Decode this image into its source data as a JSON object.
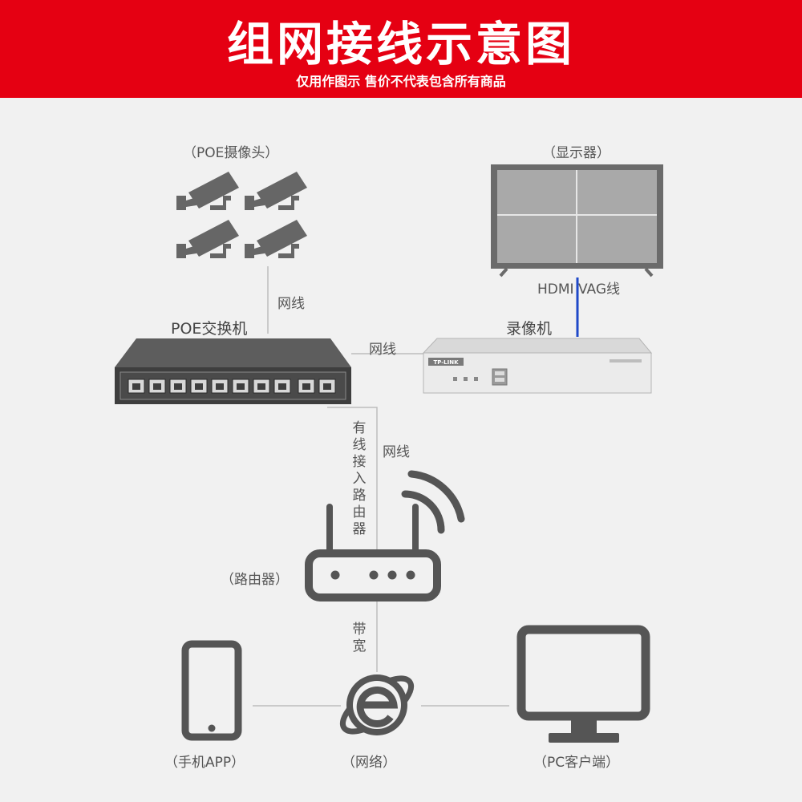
{
  "header": {
    "title": "组网接线示意图",
    "subtitle": "仅用作图示 售价不代表包含所有商品"
  },
  "nodes": {
    "cameras": "（POE摄像头）",
    "monitor": "（显示器）",
    "poe_switch": "POE交换机",
    "nvr": "录像机",
    "router": "（路由器）",
    "phone": "（手机APP）",
    "internet": "（网络）",
    "pc": "（PC客户端）"
  },
  "nvr_brand": "TP-LINK",
  "links": {
    "camera_switch": "网线",
    "switch_nvr": "网线",
    "monitor_nvr": "HDMI VAG线",
    "switch_router_cable": "网线",
    "switch_router_wired": "有线接入路由器",
    "router_internet": "带宽"
  },
  "colors": {
    "header_red": "#e50012",
    "hdmi_blue": "#1f49c9",
    "device_gray": "#555555"
  }
}
